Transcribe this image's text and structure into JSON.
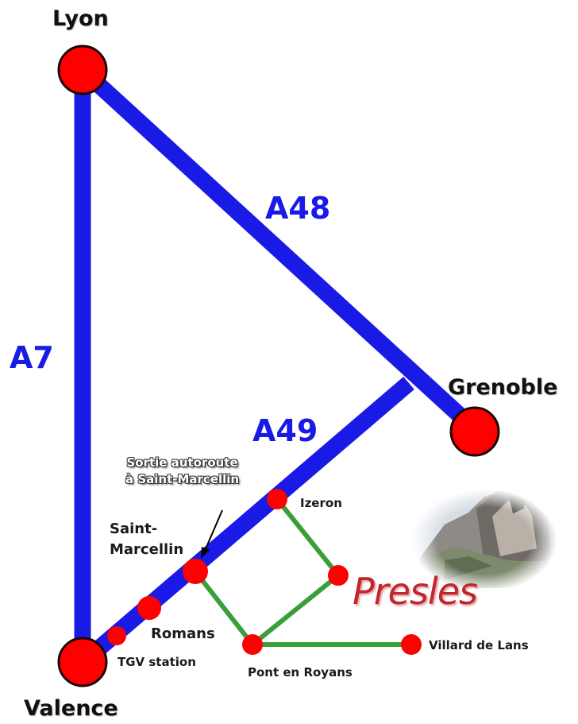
{
  "cities": {
    "lyon": "Lyon",
    "valence": "Valence",
    "grenoble": "Grenoble"
  },
  "roads": {
    "a7": "A7",
    "a48": "A48",
    "a49": "A49"
  },
  "towns": {
    "izeron": "Izeron",
    "saint_marcellin_1": "Saint-",
    "saint_marcellin_2": "Marcellin",
    "romans": "Romans",
    "tgv": "TGV station",
    "pont_en_royans": "Pont en Royans",
    "villard": "Villard de Lans"
  },
  "annotation": {
    "line1": "Sortie autoroute",
    "line2": "à Saint-Marcellin"
  },
  "destination": "Presles",
  "colors": {
    "highway": "#1a1ae6",
    "local_road": "#3a9e3a",
    "city_dot": "#ff0000",
    "destination_text": "#c0272d"
  }
}
